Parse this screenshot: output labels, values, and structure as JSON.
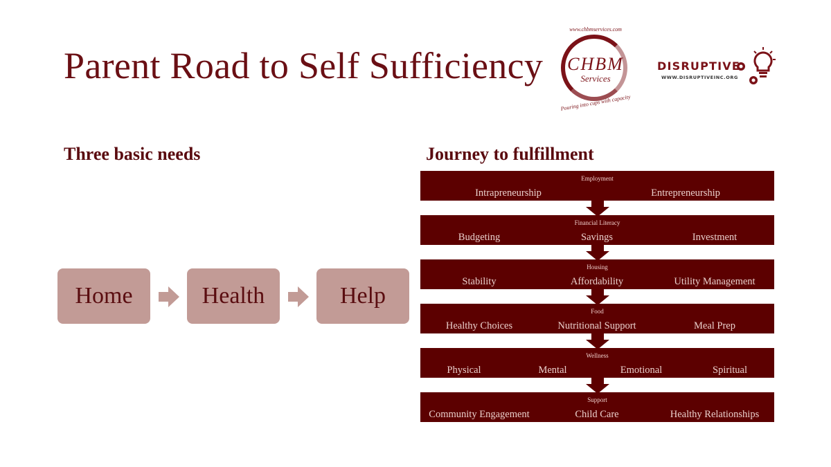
{
  "title": "Parent Road to Self Sufficiency",
  "left_heading": "Three basic needs",
  "right_heading": "Journey to fulfillment",
  "logos": {
    "chbm": {
      "main": "CHBM",
      "sub": "Services",
      "top_text": "www.chbmservices.com",
      "bottom_text": "Pouring into cups with capacity"
    },
    "disruptive": {
      "name": "DISRUPTIVE",
      "url": "WWW.DISRUPTIVEINC.ORG",
      "icon": "lightbulb-gear-icon"
    }
  },
  "needs": [
    "Home",
    "Health",
    "Help"
  ],
  "journey": [
    {
      "title": "Employment",
      "items": [
        "Intrapreneurship",
        "Entrepreneurship"
      ]
    },
    {
      "title": "Financial Literacy",
      "items": [
        "Budgeting",
        "Savings",
        "Investment"
      ]
    },
    {
      "title": "Housing",
      "items": [
        "Stability",
        "Affordability",
        "Utility Management"
      ]
    },
    {
      "title": "Food",
      "items": [
        "Healthy Choices",
        "Nutritional Support",
        "Meal Prep"
      ]
    },
    {
      "title": "Wellness",
      "items": [
        "Physical",
        "Mental",
        "Emotional",
        "Spiritual"
      ]
    },
    {
      "title": "Support",
      "items": [
        "Community Engagement",
        "Child Care",
        "Healthy Relationships"
      ]
    }
  ],
  "colors": {
    "accent": "#6a0f14",
    "band": "#5c0000",
    "need_box": "#c29b96"
  }
}
